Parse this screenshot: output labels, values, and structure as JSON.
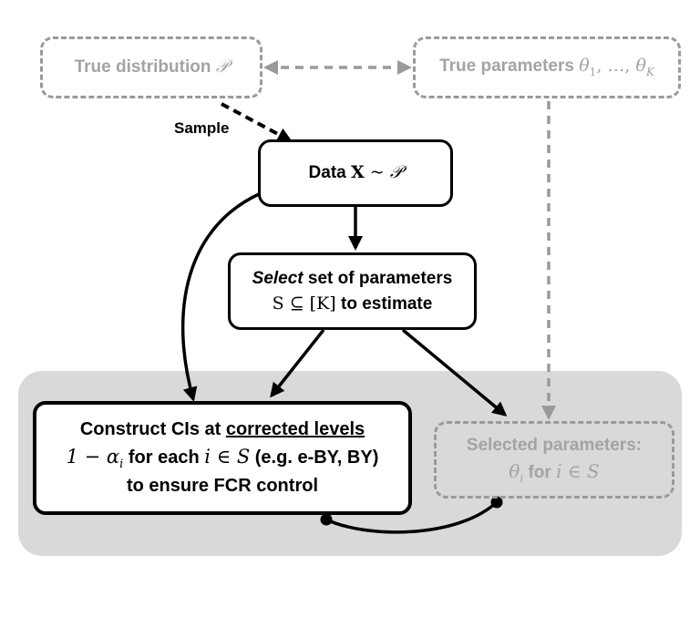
{
  "true_distribution": {
    "label": "True distribution",
    "symbol": "𝒫"
  },
  "true_parameters": {
    "label": "True parameters",
    "theta": "θ",
    "sub1": "1",
    "dots": ", …, ",
    "subK": "K"
  },
  "sample_label": "Sample",
  "data_node": {
    "label": "Data",
    "bold_x": "X",
    "tilde": " ~ ",
    "symbol": "𝒫"
  },
  "select_node": {
    "line1_italic": "Select",
    "line1_rest": " set of parameters",
    "line2_math": "S ⊆ [K]",
    "line2_rest": " to estimate"
  },
  "construct_node": {
    "line1_pre": "Construct CIs at ",
    "line1_underlined": "corrected levels",
    "line2_math": "1 − α",
    "line2_sub": "i",
    "line2_rest": " for each ",
    "line2_math2": "i ∈ S",
    "line2_paren": " (e.g. e-BY, BY)",
    "line3": "to ensure FCR control"
  },
  "selected_node": {
    "line1": "Selected parameters:",
    "theta": "θ",
    "sub": "i",
    "line2_rest": " for ",
    "line2_math": "i ∈ S"
  },
  "colors": {
    "shade": "#d9d9d9",
    "dashed_gray": "#9a9a9a",
    "text_gray": "#a3a3a3",
    "black": "#000000"
  }
}
